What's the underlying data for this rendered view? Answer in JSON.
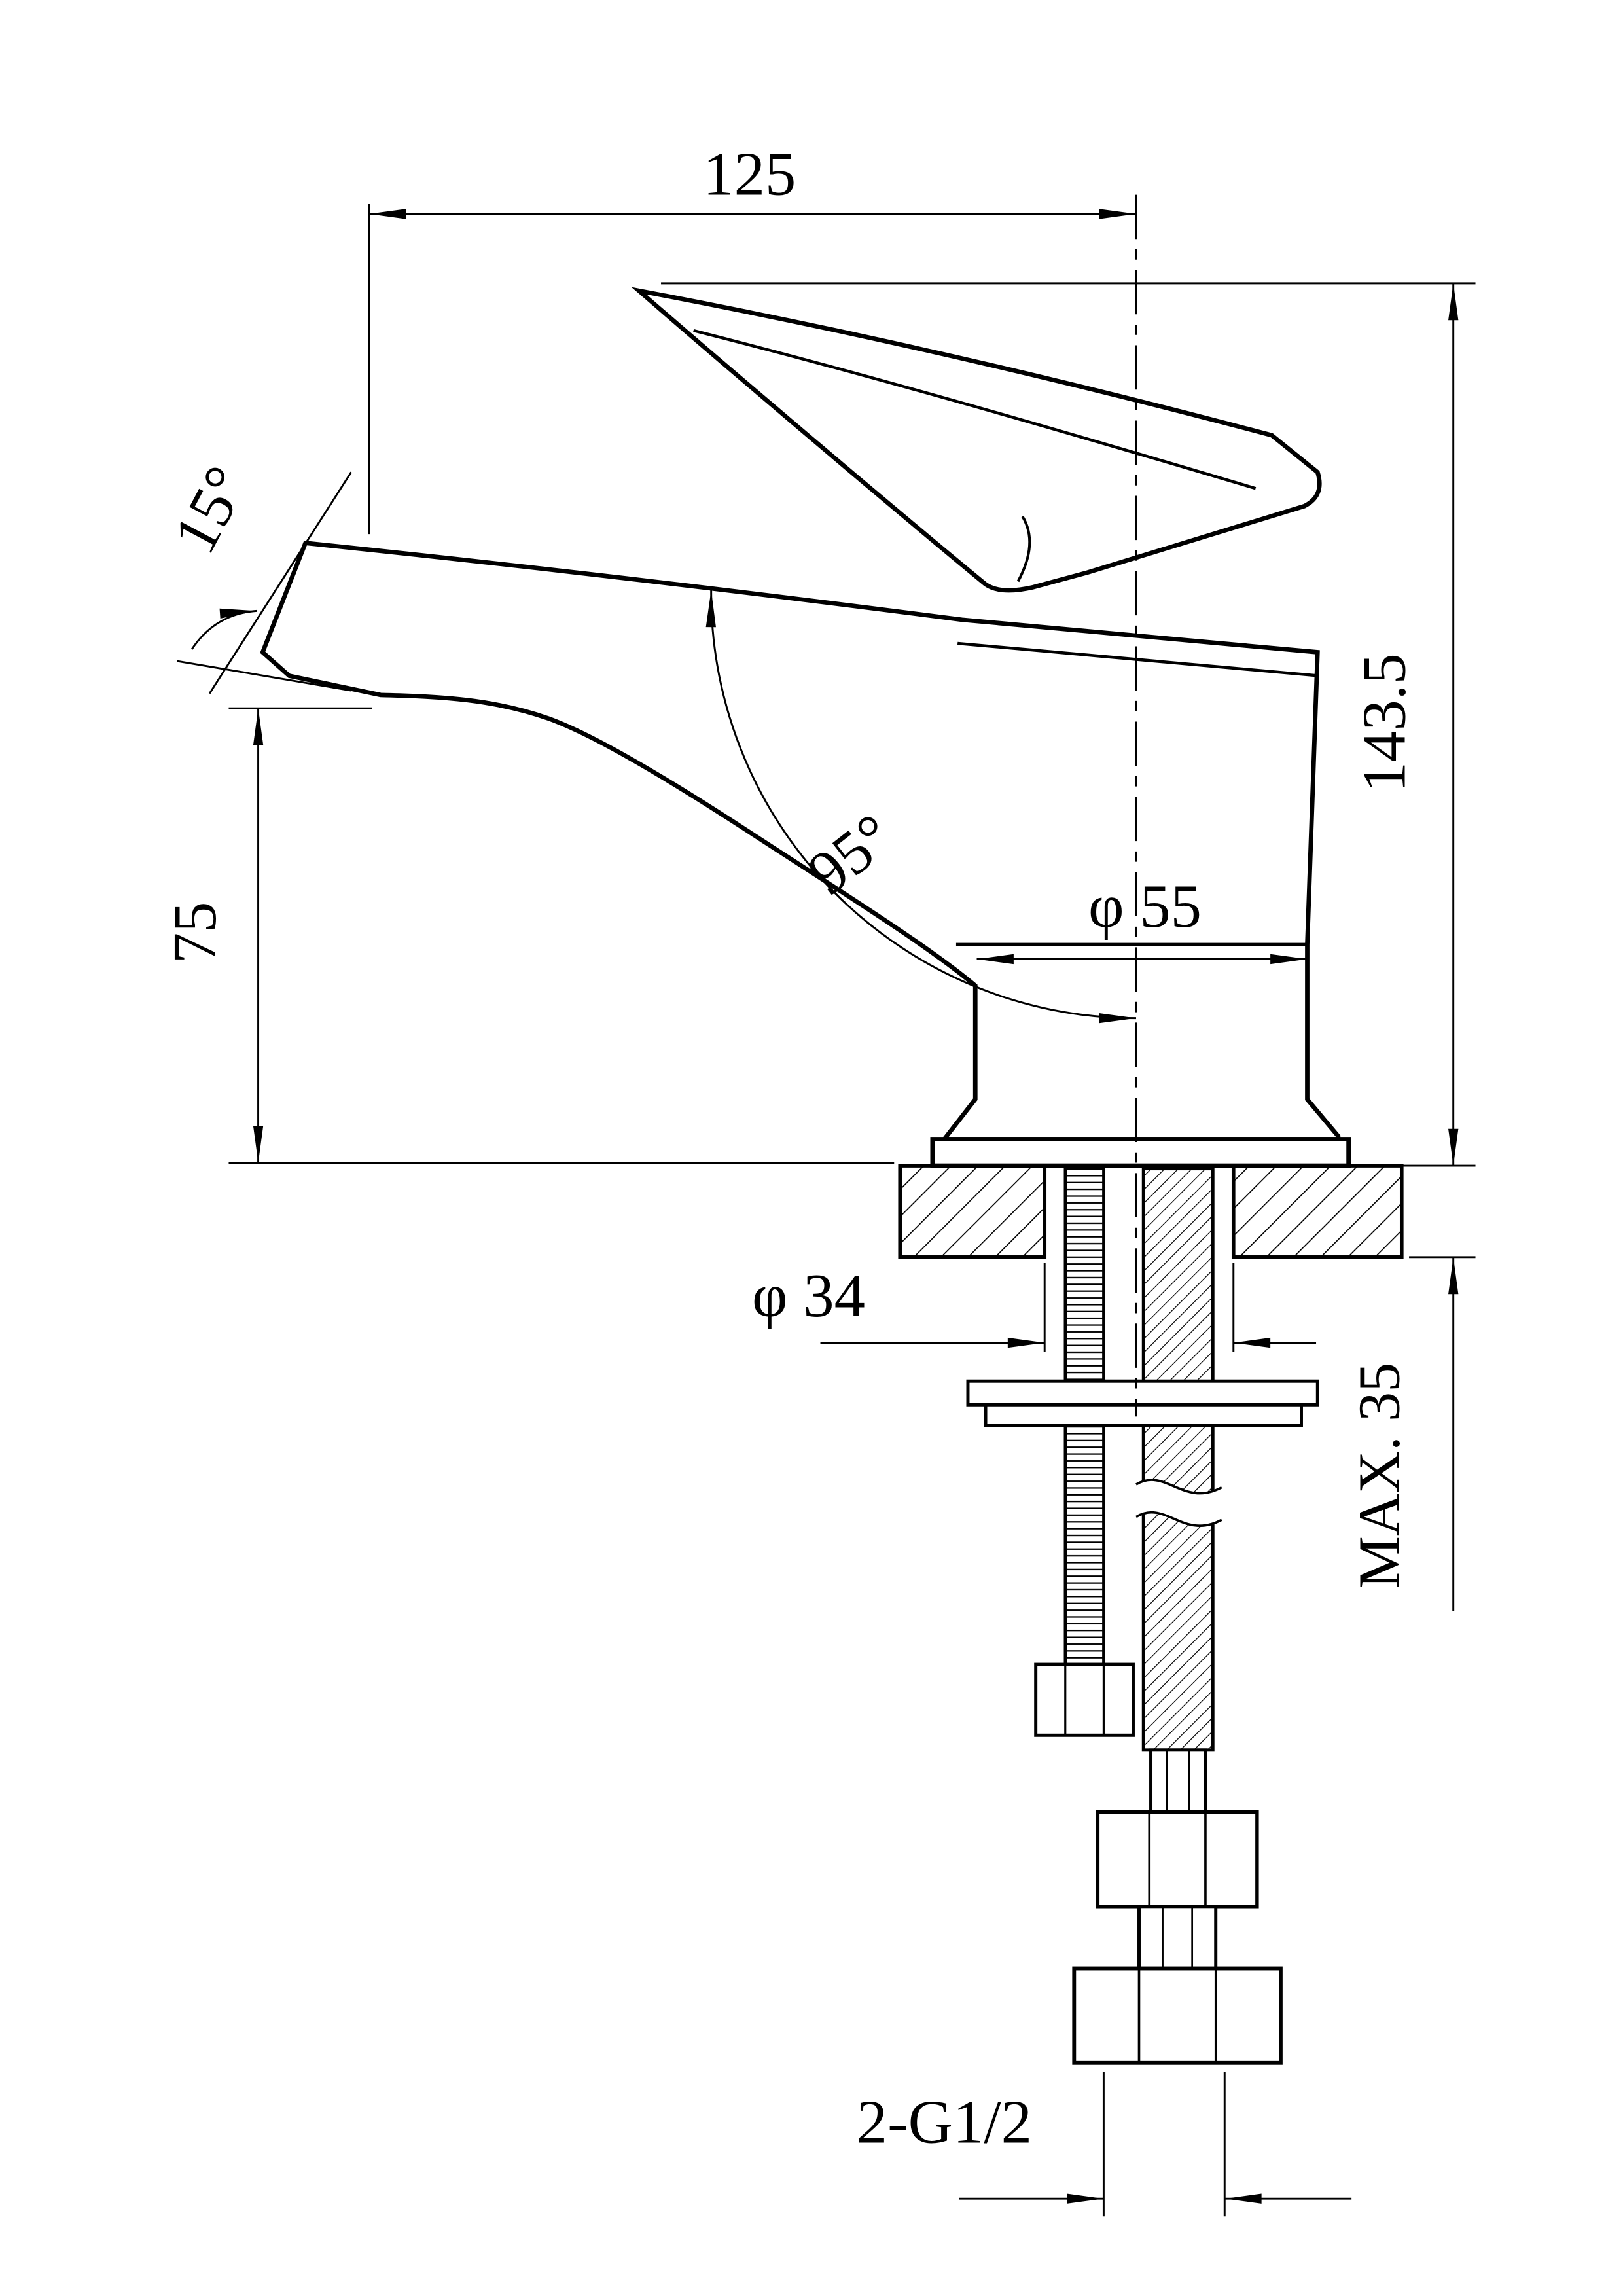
{
  "drawing": {
    "kind": "faucet-installation-technical-drawing",
    "background": "#ffffff",
    "line_color": "#000000"
  },
  "dims": {
    "overall_width": "125",
    "spout_angle": "15°",
    "overall_height": "143.5",
    "spout_height": "75",
    "swivel_angle": "95°",
    "base_diameter": "φ 55",
    "hole_diameter": "φ 34",
    "max_deck_thickness": "MAX. 35",
    "connection_thread": "2-G1/2"
  }
}
